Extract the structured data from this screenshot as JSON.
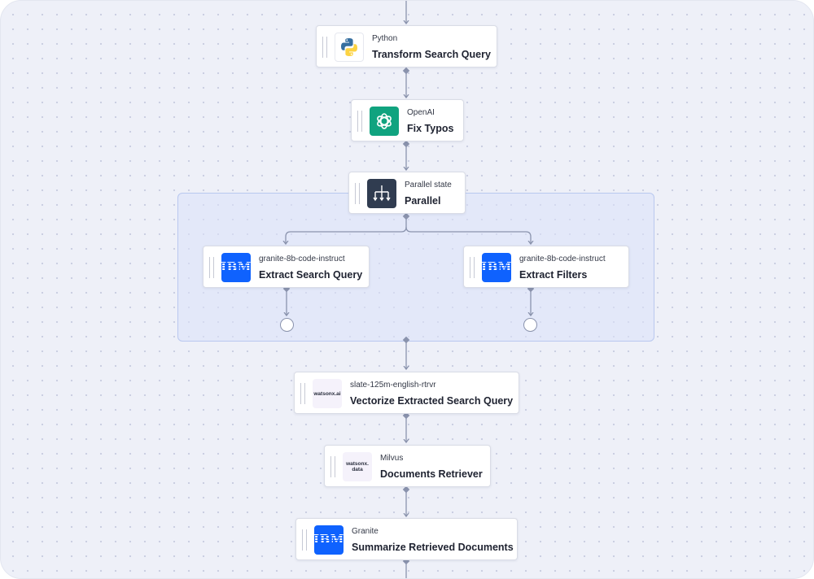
{
  "nodes": [
    {
      "id": "transform",
      "icon": "python-logo-icon",
      "subtitle": "Python",
      "title": "Transform Search Query"
    },
    {
      "id": "fixtypos",
      "icon": "openai-logo-icon",
      "subtitle": "OpenAI",
      "title": "Fix Typos"
    },
    {
      "id": "parallel",
      "icon": "parallel-split-icon",
      "subtitle": "Parallel state",
      "title": "Parallel"
    },
    {
      "id": "extractquery",
      "icon": "ibm-logo-icon",
      "subtitle": "granite-8b-code-instruct",
      "title": "Extract Search Query"
    },
    {
      "id": "extractfilters",
      "icon": "ibm-logo-icon",
      "subtitle": "granite-8b-code-instruct",
      "title": "Extract Filters"
    },
    {
      "id": "vectorize",
      "icon": "watsonx-ai-logo-icon",
      "subtitle": "slate-125m-english-rtrvr",
      "title": "Vectorize Extracted Search Query"
    },
    {
      "id": "retriever",
      "icon": "watsonx-data-logo-icon",
      "subtitle": "Milvus",
      "title": "Documents Retriever"
    },
    {
      "id": "summarize",
      "icon": "ibm-logo-icon",
      "subtitle": "Granite",
      "title": "Summarize Retrieved Documents"
    }
  ],
  "logos": {
    "ibm": "IBM",
    "watsonx_ai": "watsonx.ai",
    "watsonx_data_line1": "watsonx.",
    "watsonx_data_line2": "data"
  },
  "colors": {
    "canvas": "#eef0f8",
    "connector": "#8a93ad",
    "openai": "#10a37f",
    "ibm": "#0f62fe",
    "parallel": "#303c50",
    "region": "#dae2fa"
  }
}
